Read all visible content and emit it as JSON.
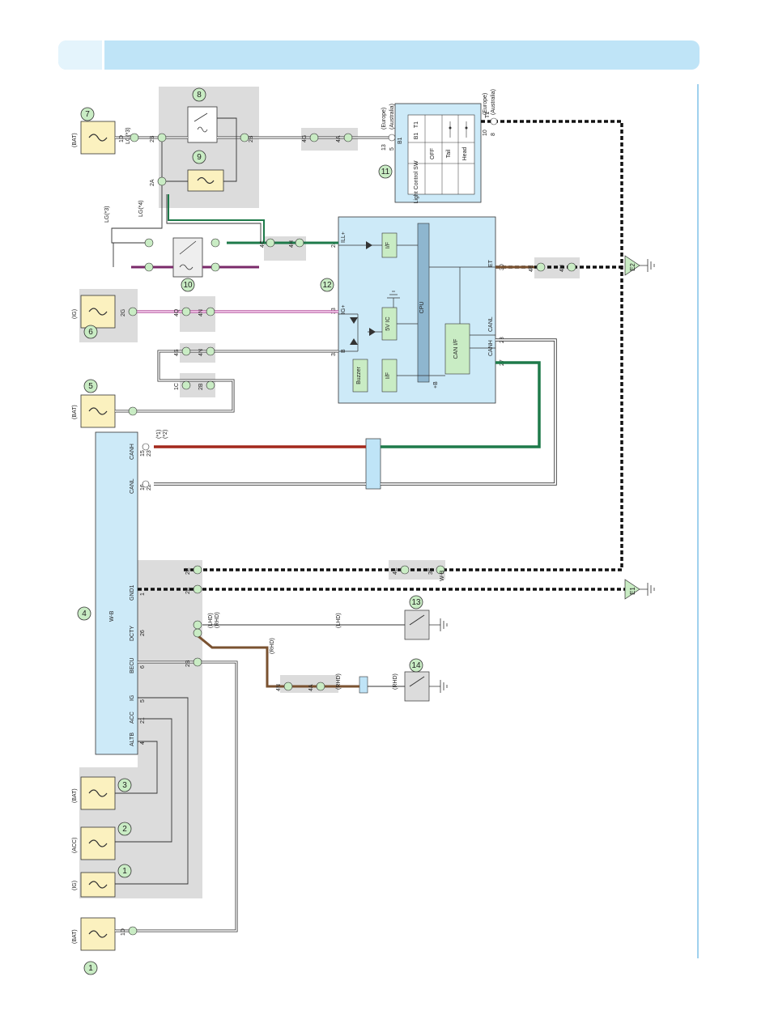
{
  "labels": {
    "bat": "(BAT)",
    "acc": "(ACC)",
    "ig": "(IG)",
    "europe": "(Europe)",
    "australia": "(Australia)",
    "note1": "(*1)",
    "note2": "(*2)",
    "note3": "LG(*3)",
    "note4": "LG(*4)",
    "lhd": "(LHD)",
    "rhd": "(RHD)",
    "w_b": "W-B"
  },
  "callouts": [
    "1",
    "2",
    "3",
    "4",
    "5",
    "6",
    "7",
    "8",
    "9",
    "10",
    "11",
    "12",
    "13",
    "14"
  ],
  "ecu4": {
    "pins": [
      "CANH",
      "CANL",
      "GND1",
      "DCTY",
      "BECU",
      "IG",
      "ACC",
      "ALTB"
    ],
    "pin_numbers": [
      "15",
      "23",
      "16",
      "22",
      "1",
      "26",
      "6",
      "5",
      "21",
      "4"
    ]
  },
  "meter12": {
    "terminals": [
      "ILL+",
      "IG+",
      "B",
      "ET",
      "CANL",
      "CANH",
      "+B"
    ],
    "terminal_numbers": [
      "24",
      "33",
      "32",
      "30",
      "28",
      "27"
    ],
    "blocks": [
      "I/F",
      "5V IC",
      "CPU",
      "CAN I/F",
      "Buzzer",
      "I/F"
    ]
  },
  "light_switch11": {
    "title": "Light Control SW",
    "positions": [
      "OFF",
      "Tail",
      "Head"
    ],
    "columns": [
      "B1",
      "T1"
    ],
    "terminals": [
      "B1",
      "T1"
    ],
    "pin_numbers": [
      "13",
      "5",
      "10",
      "8"
    ]
  },
  "grounds": [
    "E1",
    "E2"
  ],
  "connectors": {
    "c1": "1C",
    "c2": "2C",
    "c3": "4C",
    "c4": "4A",
    "c5": "4N",
    "c6": "4H",
    "c7": "2G",
    "c8": "2B",
    "c9": "2A",
    "c10": "4Q",
    "c11": "4S",
    "c12": "4G",
    "c13": "2E",
    "c14": "3E",
    "c15": "4E",
    "c16": "1D"
  }
}
